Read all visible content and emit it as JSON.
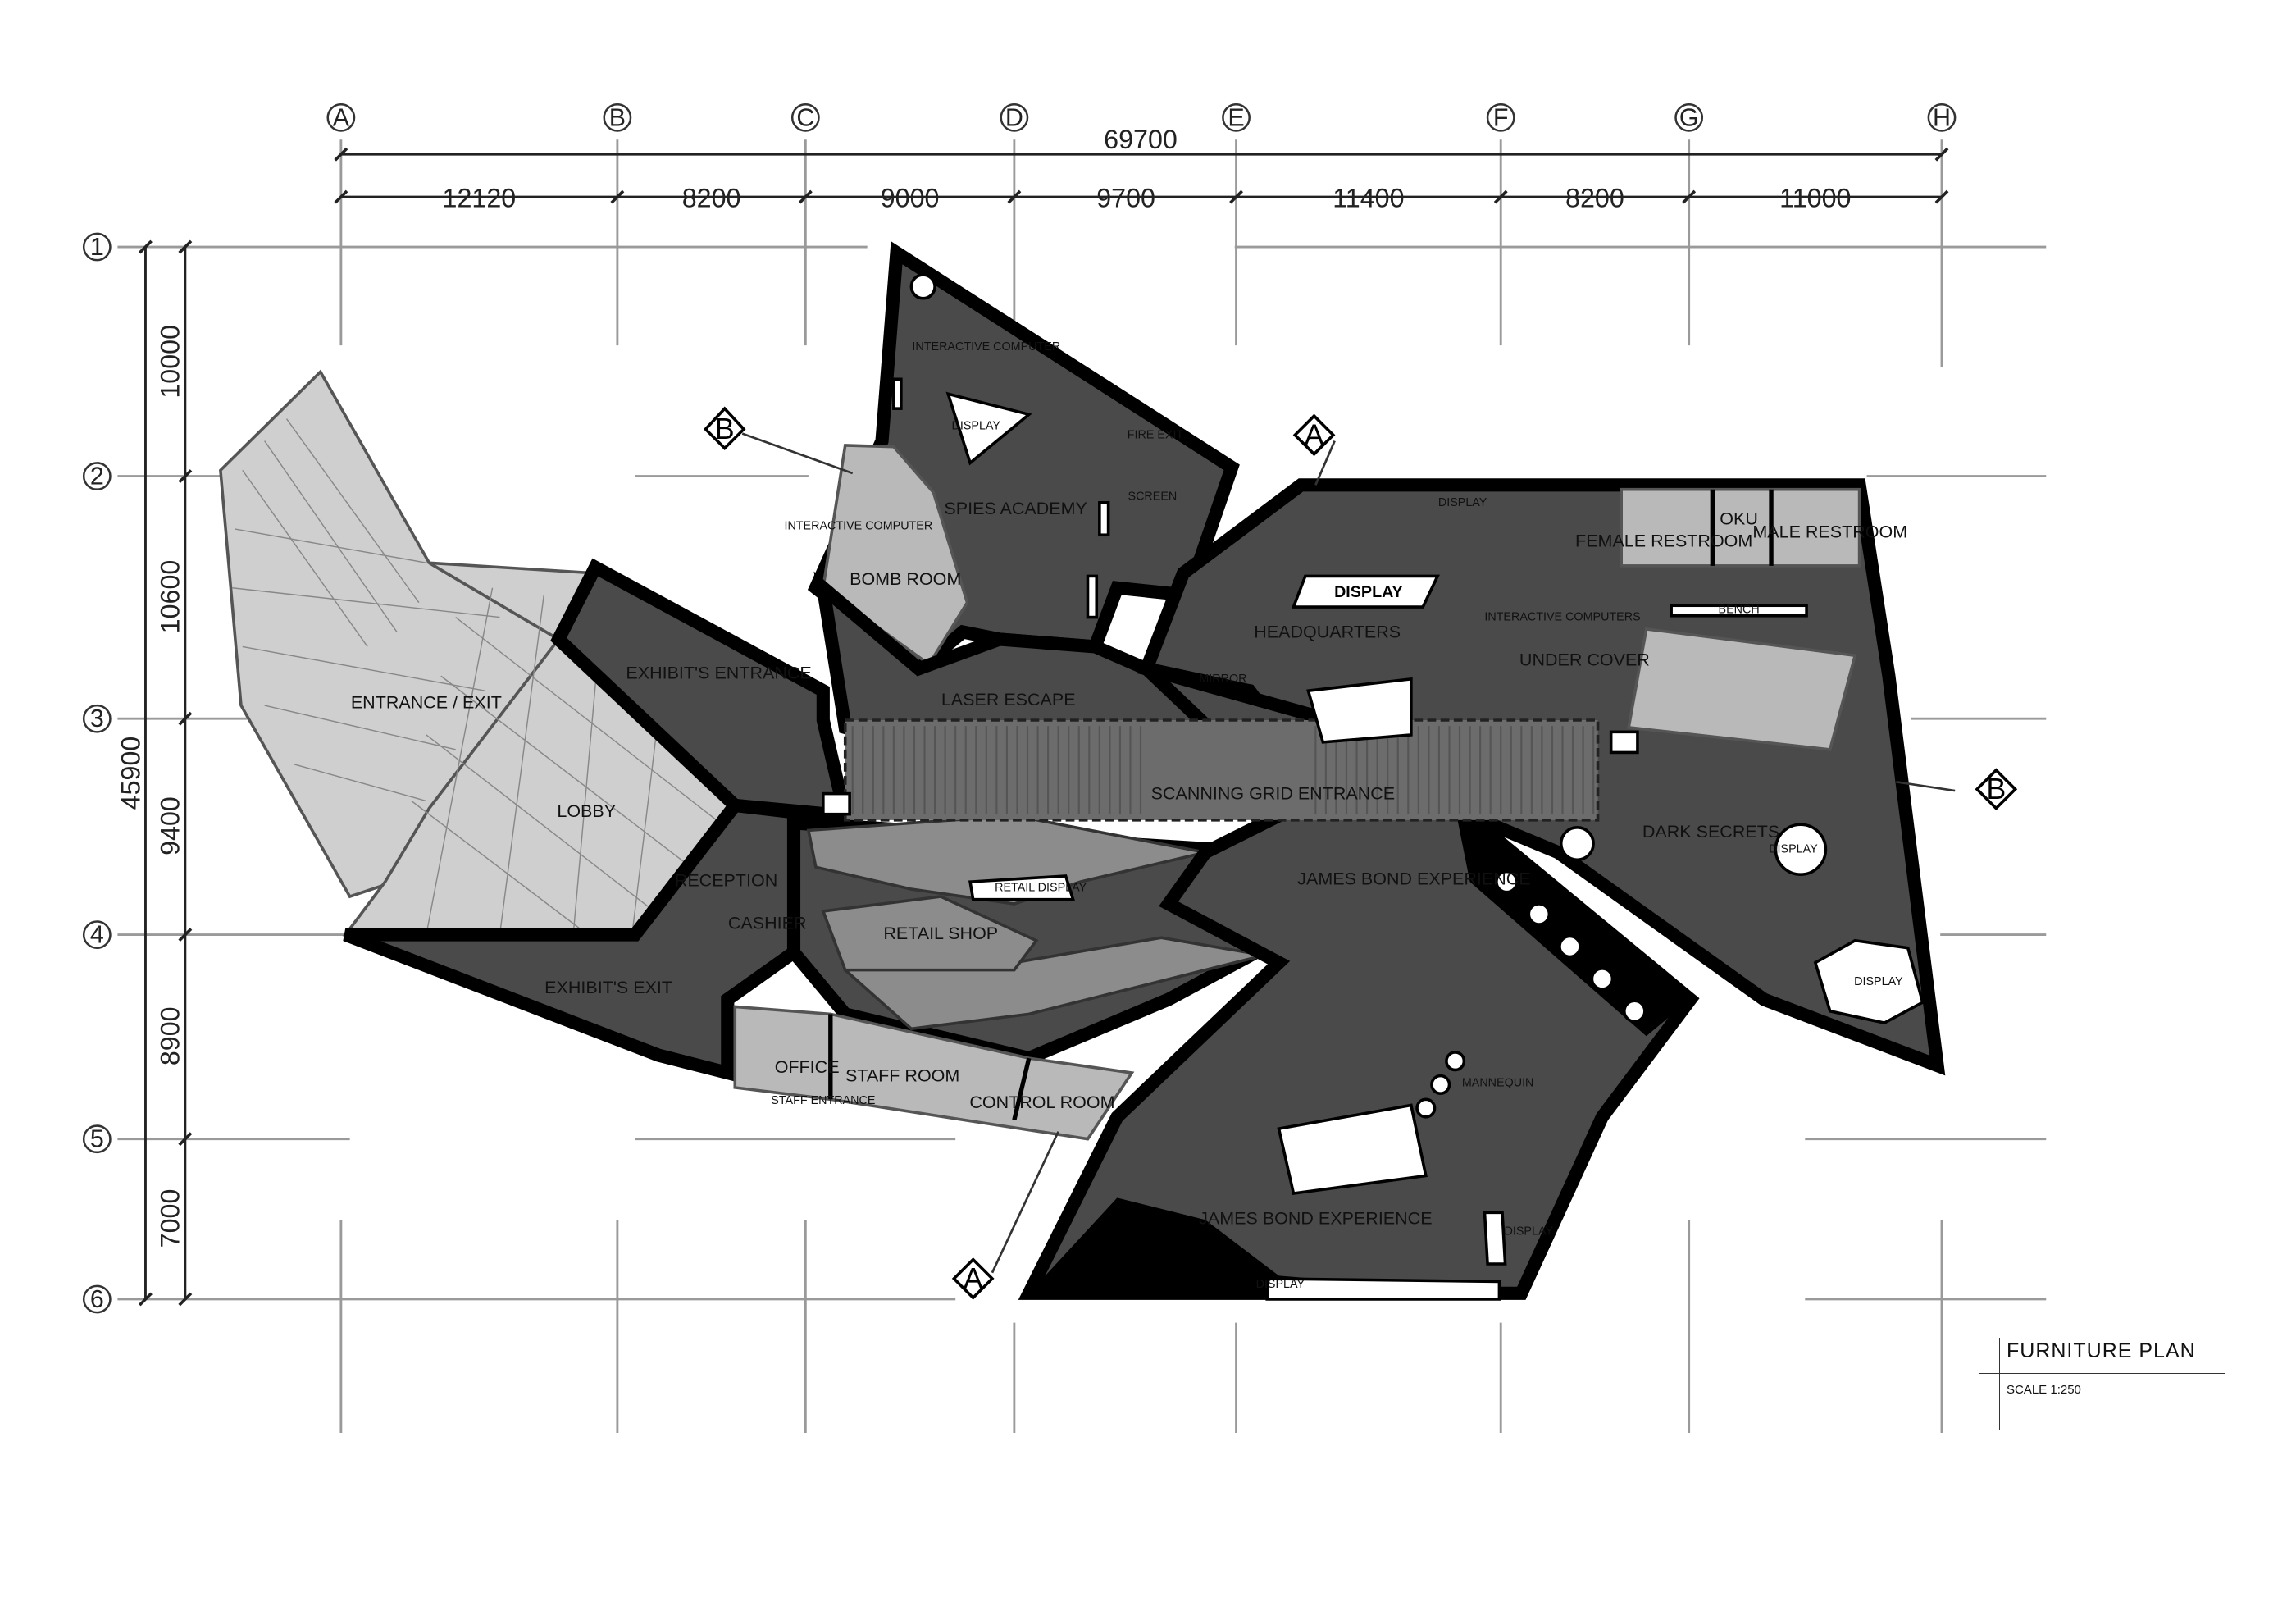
{
  "grid": {
    "columns": [
      "A",
      "B",
      "C",
      "D",
      "E",
      "F",
      "G",
      "H"
    ],
    "rows": [
      "1",
      "2",
      "3",
      "4",
      "5",
      "6"
    ],
    "column_spacings": [
      "12120",
      "8200",
      "9000",
      "9700",
      "11400",
      "8200",
      "11000"
    ],
    "row_spacings": [
      "10000",
      "10600",
      "9400",
      "8900",
      "7000"
    ],
    "overall_width": "69700",
    "overall_height": "45900"
  },
  "rooms": {
    "entrance": "ENTRANCE / EXIT",
    "lobby": "LOBBY",
    "exhibit_entrance": "EXHIBIT'S ENTRANCE",
    "exhibit_exit": "EXHIBIT'S EXIT",
    "reception": "RECEPTION",
    "cashier": "CASHIER",
    "retail_shop": "RETAIL SHOP",
    "retail_display": "RETAIL DISPLAY",
    "office": "OFFICE",
    "staff_room": "STAFF ROOM",
    "staff_entrance": "STAFF ENTRANCE",
    "control_room": "CONTROL ROOM",
    "spies_academy": "SPIES ACADEMY",
    "bomb_room": "BOMB ROOM",
    "laser_escape": "LASER ESCAPE",
    "scanning_grid": "SCANNING GRID ENTRANCE",
    "headquarters": "HEADQUARTERS",
    "under_cover": "UNDER COVER",
    "dark_secrets": "DARK SECRETS",
    "jb_experience_upper": "JAMES BOND EXPERIENCE",
    "jb_experience_lower": "JAMES BOND EXPERIENCE",
    "female_restroom": "FEMALE RESTROOM",
    "oku": "OKU",
    "male_restroom": "MALE RESTROOM"
  },
  "labels": {
    "display": "DISPLAY",
    "interactive_computer": "INTERACTIVE COMPUTER",
    "interactive_computer2": "INTERACTIVE COMPUTER",
    "interactive_computers": "INTERACTIVE COMPUTERS",
    "bench": "BENCH",
    "mannequin": "MANNEQUIN",
    "fire_exit": "FIRE EXIT",
    "screen": "SCREEN",
    "mirror": "MIRROR"
  },
  "sections": {
    "a": "A",
    "b": "B"
  },
  "title_block": {
    "title": "FURNITURE PLAN",
    "scale": "SCALE 1:250"
  }
}
